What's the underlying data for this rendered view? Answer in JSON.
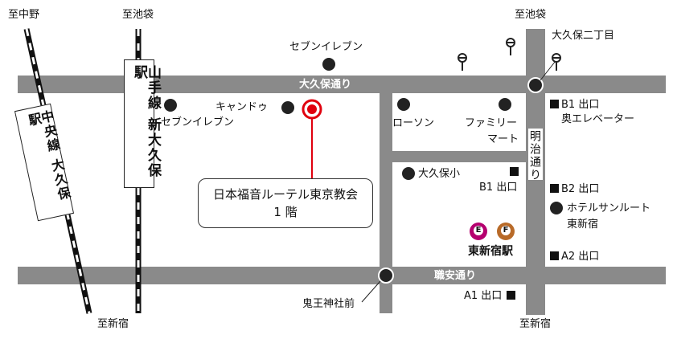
{
  "map": {
    "directions": {
      "nakano": "至中野",
      "ikebukuro_left": "至池袋",
      "ikebukuro_right": "至池袋",
      "shinjuku_left": "至新宿",
      "shinjuku_right": "至新宿"
    },
    "roads": {
      "okubo_dori": "大久保通り",
      "shokuan_dori": "職安通り",
      "meiji_dori": "明治通り"
    },
    "stations": {
      "chuo_line": "中央線 大久保駅",
      "yamanote_line": "山手線 新大久保駅",
      "higashi_shinjuku": "東新宿駅"
    },
    "metro_lines": [
      {
        "letter": "E",
        "color": "#b5006f"
      },
      {
        "letter": "F",
        "color": "#b86a28"
      }
    ],
    "landmarks": {
      "seven_top": "セブンイレブン",
      "seven_left": "セブンイレブン",
      "candou": "キャンドゥ",
      "lawson": "ローソン",
      "familymart_1": "ファミリー",
      "familymart_2": "マート",
      "okubo_elementary": "大久保小",
      "hotel_1": "ホテルサンルート",
      "hotel_2": "東新宿",
      "okubo_2chome": "大久保二丁目",
      "kiou_jinja": "鬼王神社前"
    },
    "exits": {
      "b1_elevator_1": "B1 出口",
      "b1_elevator_2": "奥エレベーター",
      "b1": "B1 出口",
      "b2": "B2 出口",
      "a2": "A2 出口",
      "a1": "A1 出口"
    },
    "destination": {
      "line1": "日本福音ルーテル東京教会",
      "line2": "1 階"
    },
    "colors": {
      "road": "#8a8a8a",
      "marker": "#e0000e",
      "station_box_border": "#222222"
    }
  }
}
